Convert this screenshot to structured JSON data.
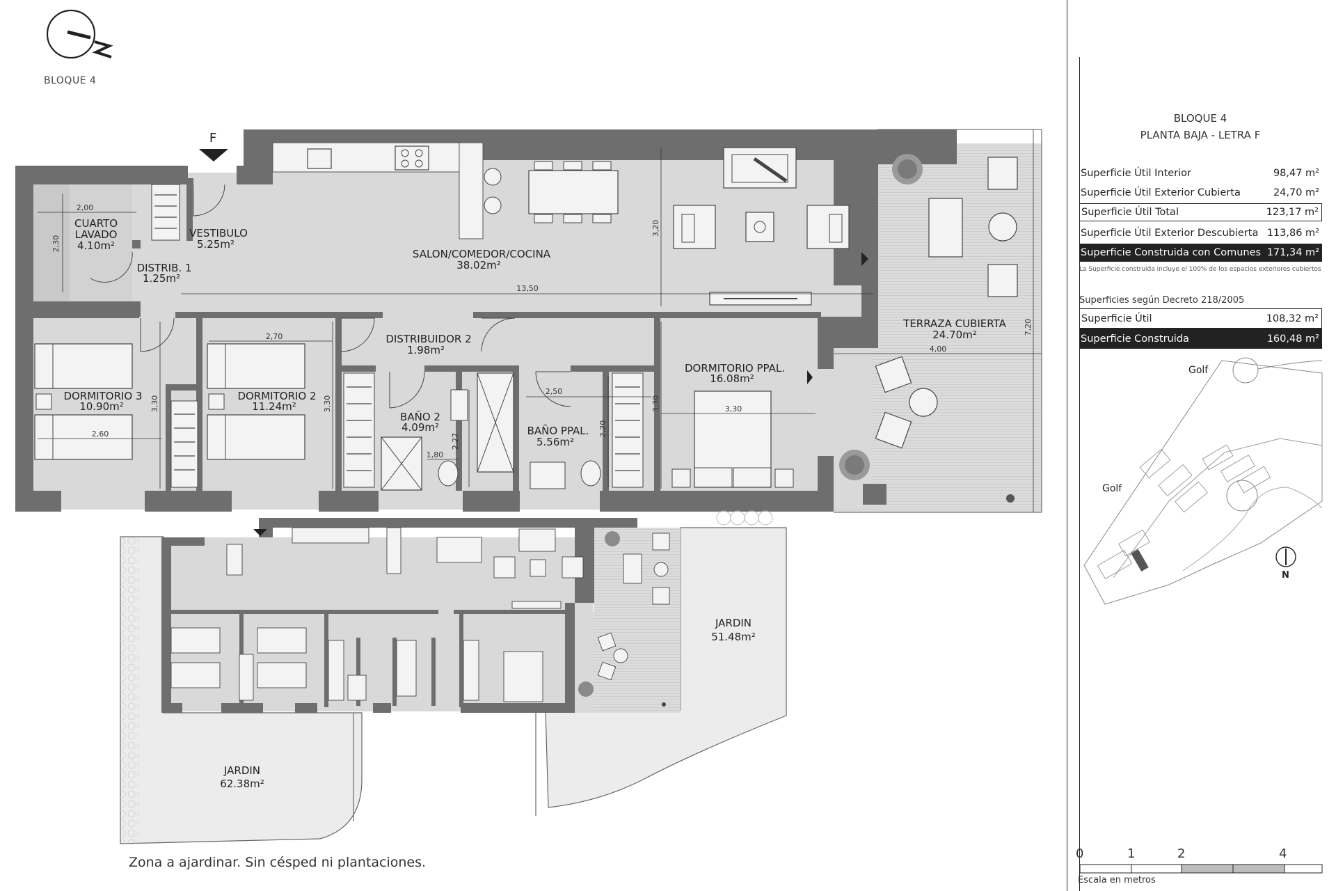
{
  "header": {
    "bloque": "BLOQUE 4",
    "entrance_letter": "F"
  },
  "rooms": {
    "cuarto_lavado_1": "CUARTO",
    "cuarto_lavado_2": "LAVADO",
    "cuarto_lavado_area": "4.10m²",
    "vestibulo": "VESTIBULO",
    "vestibulo_area": "5.25m²",
    "distrib1": "DISTRIB.  1",
    "distrib1_area": "1.25m²",
    "salon": "SALON/COMEDOR/COCINA",
    "salon_area": "38.02m²",
    "terraza": "TERRAZA  CUBIERTA",
    "terraza_area": "24.70m²",
    "distribuidor2": "DISTRIBUIDOR  2",
    "distribuidor2_area": "1.98m²",
    "dorm3": "DORMITORIO  3",
    "dorm3_area": "10.90m²",
    "dorm2": "DORMITORIO  2",
    "dorm2_area": "11.24m²",
    "bano2": "BAÑO  2",
    "bano2_area": "4.09m²",
    "banoppal": "BAÑO  PPAL.",
    "banoppal_area": "5.56m²",
    "dormppal": "DORMITORIO  PPAL.",
    "dormppal_area": "16.08m²",
    "jardin_right": "JARDIN",
    "jardin_right_area": "51.48m²",
    "jardin_left": "JARDIN",
    "jardin_left_area": "62.38m²"
  },
  "dimensions": {
    "d200": "2,00",
    "d230": "2,30",
    "d1350": "13,50",
    "d320": "3,20",
    "d270": "2,70",
    "d330a": "3,30",
    "d330b": "3,30",
    "d330c": "3,30",
    "d330d": "3,30",
    "d260": "2,60",
    "d250": "2,50",
    "d227": "2,27",
    "d180": "1,80",
    "d220": "2,20",
    "d400": "4,00",
    "d720": "7,20"
  },
  "title_block": {
    "line1": "BLOQUE 4",
    "line2": "PLANTA BAJA - LETRA F"
  },
  "surfaces": [
    {
      "label": "Superficie Útil Interior",
      "value": "98,47 m²",
      "style": "plain"
    },
    {
      "label": "Superficie Útil Exterior Cubierta",
      "value": "24,70 m²",
      "style": "plain"
    },
    {
      "label": "Superficie Útil Total",
      "value": "123,17 m²",
      "style": "box"
    },
    {
      "label": "Superficie Útil Exterior Descubierta",
      "value": "113,86 m²",
      "style": "plain"
    },
    {
      "label": "Superficie Construida con Comunes",
      "value": "171,34 m²",
      "style": "dark"
    }
  ],
  "surface_note": "La Superficie construida incluye el 100% de los espacios exteriores cubiertos",
  "decreto": {
    "heading": "Superficies según Decreto 218/2005",
    "rows": [
      {
        "label": "Superficie Útil",
        "value": "108,32 m²"
      },
      {
        "label": "Superficie Construida",
        "value": "160,48 m²"
      }
    ]
  },
  "site_map": {
    "golf_top": "Golf",
    "golf_left": "Golf",
    "north": "N"
  },
  "footer_note": "Zona a ajardinar. Sin césped ni plantaciones.",
  "scale": {
    "t0": "0",
    "t1": "1",
    "t2": "2",
    "t4": "4",
    "caption": "Escala en metros"
  },
  "colors": {
    "wall": "#6e6e6e",
    "floor": "#d9d9d9",
    "garden": "#e8e8e8",
    "line": "#222222"
  }
}
